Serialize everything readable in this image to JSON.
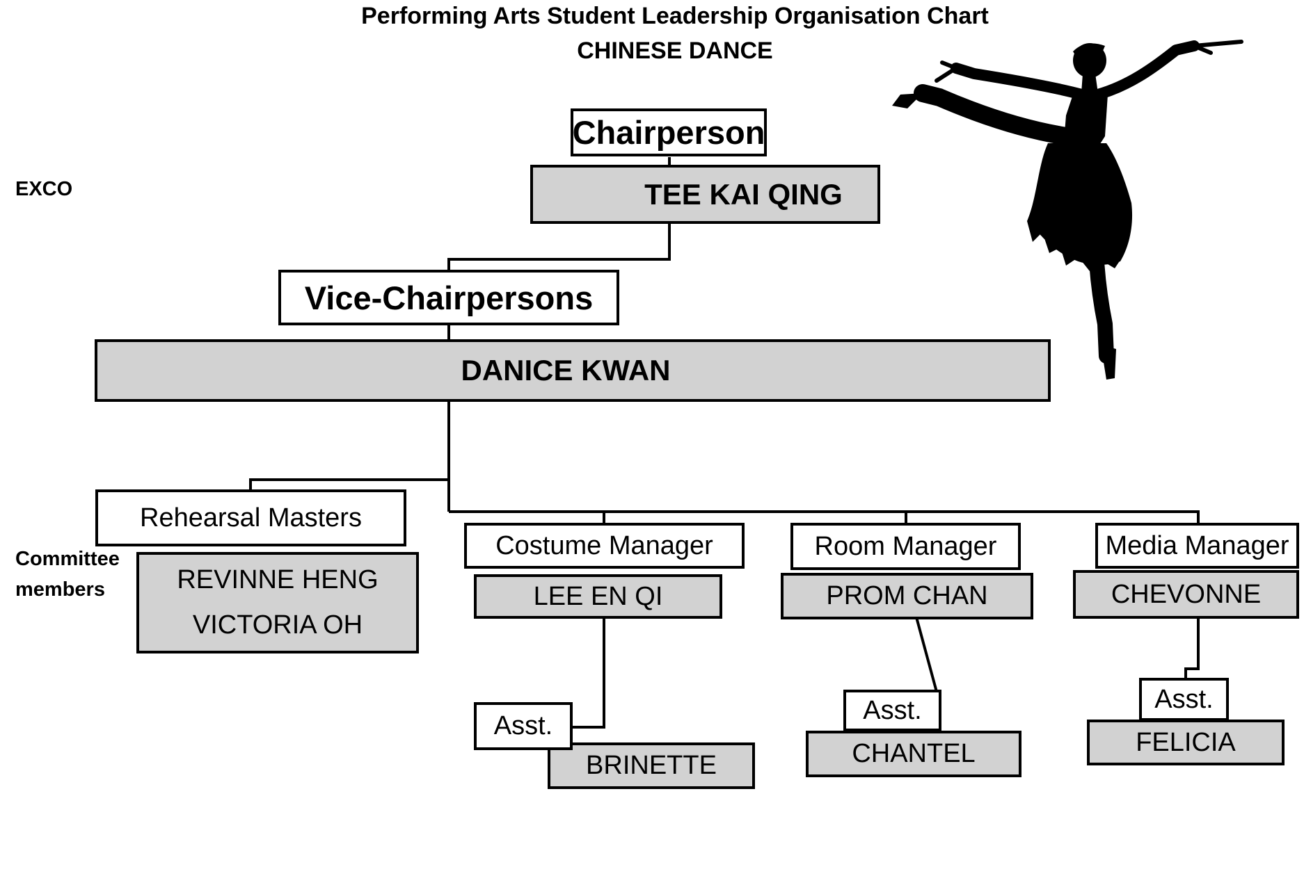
{
  "header": {
    "title": "Performing Arts Student Leadership Organisation Chart",
    "subtitle": "CHINESE DANCE"
  },
  "sections": {
    "exco": "EXCO",
    "committee_line1": "Committee",
    "committee_line2": "members"
  },
  "chair": {
    "role": "Chairperson",
    "name": "TEE KAI QING"
  },
  "vice": {
    "role": "Vice-Chairpersons",
    "name": "DANICE KWAN"
  },
  "rehearsal": {
    "role": "Rehearsal Masters",
    "names": [
      "REVINNE HENG",
      "VICTORIA OH"
    ]
  },
  "costume": {
    "role": "Costume Manager",
    "name": "LEE EN QI",
    "asst_label": "Asst.",
    "asst_name": "BRINETTE"
  },
  "room": {
    "role": "Room Manager",
    "name": "PROM CHAN",
    "asst_label": "Asst.",
    "asst_name": "CHANTEL"
  },
  "media": {
    "role": "Media Manager",
    "name": "CHEVONNE",
    "asst_label": "Asst.",
    "asst_name": "FELICIA"
  },
  "colors": {
    "name_box": "#d2d2d2",
    "role_box": "#ffffff",
    "line": "#000000"
  },
  "decoration": {
    "icon": "ballerina-silhouette-icon"
  }
}
